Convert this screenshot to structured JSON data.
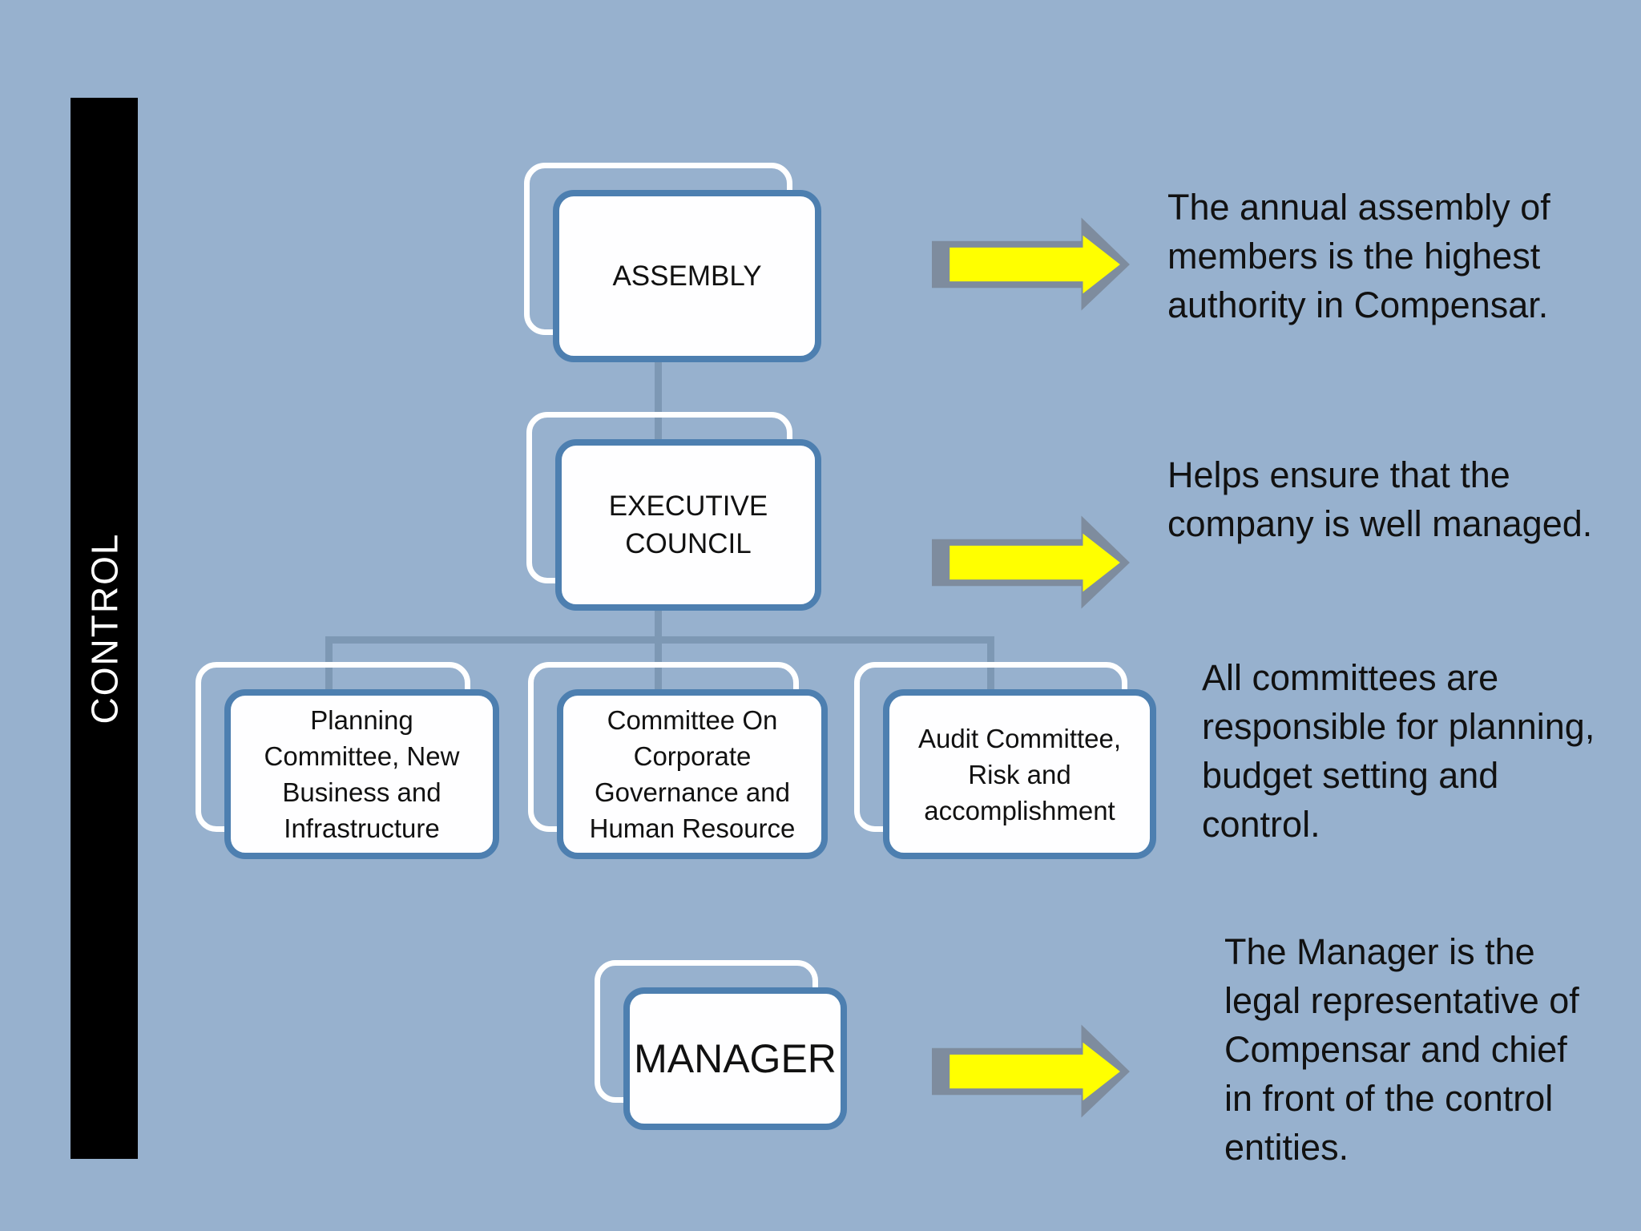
{
  "slide": {
    "sidebar": {
      "label": "CONTROL"
    },
    "nodes": {
      "assembly": {
        "label": "ASSEMBLY"
      },
      "executive_council": {
        "label": "EXECUTIVE\nCOUNCIL"
      },
      "planning_committee": {
        "label": "Planning\nCommittee, New\nBusiness and\nInfrastructure"
      },
      "governance_committee": {
        "label": "Committee On\nCorporate\nGovernance and\nHuman Resource"
      },
      "audit_committee": {
        "label": "Audit Committee,\nRisk and\naccomplishment"
      },
      "manager": {
        "label": "MANAGER"
      }
    },
    "annotations": {
      "assembly_note": {
        "text": "The annual assembly of\nmembers is the highest\nauthority in Compensar."
      },
      "council_note": {
        "text": "Helps ensure that the\ncompany is well managed."
      },
      "committees_note": {
        "text": "All committees are\nresponsible for planning,\nbudget setting and\ncontrol."
      },
      "manager_note": {
        "text": "The Manager is the\nlegal representative of\nCompensar and chief\nin front of the control\nentities."
      }
    },
    "colors": {
      "background": "#97B1CE",
      "box_border": "#4D7FB0",
      "box_fill": "#FEFEFF",
      "back_outline": "#FFFFFF",
      "connector": "#7D98B4",
      "arrow_fill": "#FFFF00",
      "arrow_outline": "#7E8C9E",
      "control_bar": "#000000",
      "control_text": "#FFFFFF",
      "text": "#111111"
    }
  }
}
